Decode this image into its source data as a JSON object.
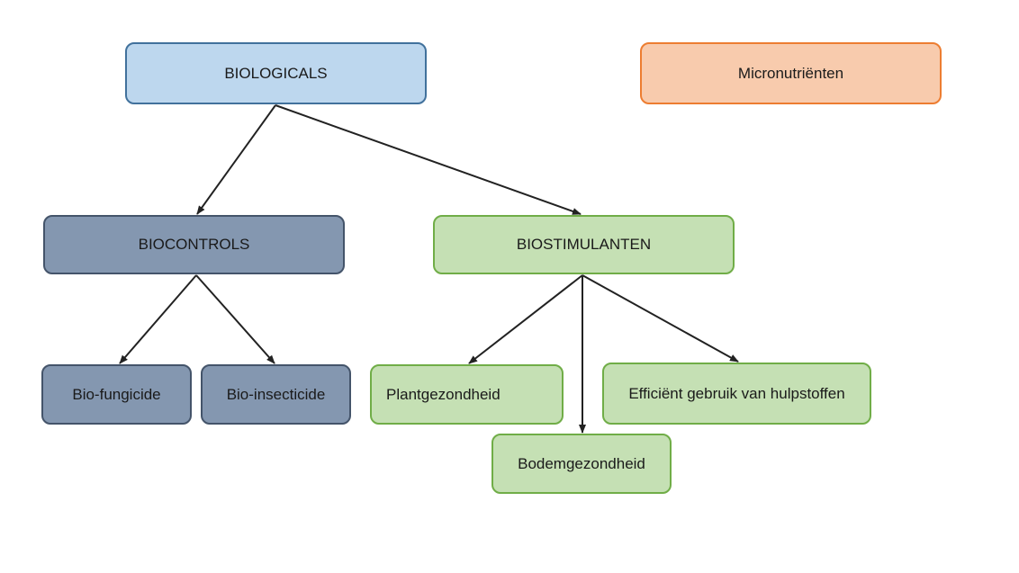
{
  "nodes": {
    "biologicals": "BIOLOGICALS",
    "micronutrienten": "Micronutriënten",
    "biocontrols": "BIOCONTROLS",
    "biostimulanten": "BIOSTIMULANTEN",
    "biofungicide": "Bio-fungicide",
    "bioinsecticide": "Bio-insecticide",
    "plantgezondheid": "Plantgezondheid",
    "efficient": "Efficiënt gebruik van hulpstoffen",
    "bodemgezondheid": "Bodemgezondheid"
  },
  "edges": [
    {
      "from": "biologicals",
      "to": "biocontrols"
    },
    {
      "from": "biologicals",
      "to": "biostimulanten"
    },
    {
      "from": "biocontrols",
      "to": "biofungicide"
    },
    {
      "from": "biocontrols",
      "to": "bioinsecticide"
    },
    {
      "from": "biostimulanten",
      "to": "plantgezondheid"
    },
    {
      "from": "biostimulanten",
      "to": "bodemgezondheid"
    },
    {
      "from": "biostimulanten",
      "to": "efficient"
    }
  ],
  "colors": {
    "blue_fill": "#bdd7ee",
    "orange_fill": "#f8cbad",
    "slate_fill": "#8497b0",
    "green_fill": "#c5e0b4",
    "arrow": "#222222"
  }
}
